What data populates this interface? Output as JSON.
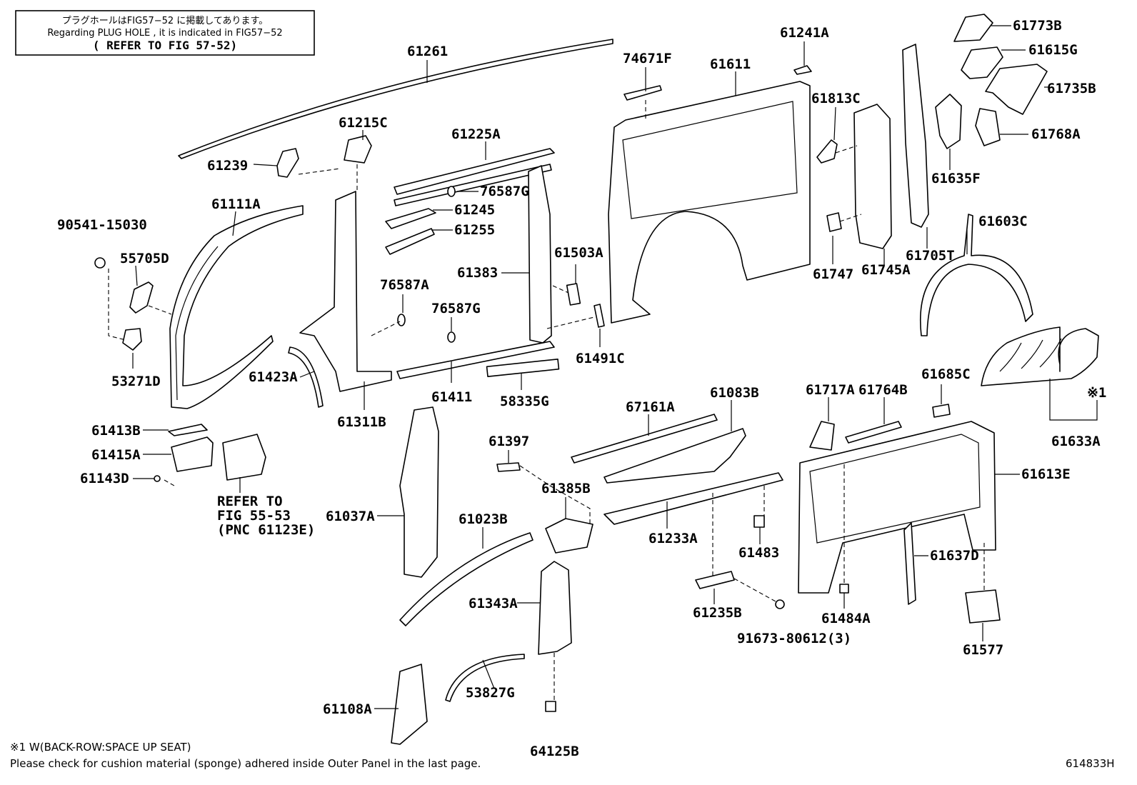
{
  "note_box": {
    "line1": "プラグホールはFIG57−52 に掲載してあります。",
    "line2": "Regarding PLUG HOLE , it is indicated in FIG57−52",
    "line3": "( REFER TO FIG 57-52)"
  },
  "labels": {
    "p61261": "61261",
    "p61215C": "61215C",
    "p61225A": "61225A",
    "p61239": "61239",
    "p61111A": "61111A",
    "p90541": "90541-15030",
    "p55705D": "55705D",
    "p53271D": "53271D",
    "p76587G_a": "76587G",
    "p61245": "61245",
    "p61255": "61255",
    "p61383": "61383",
    "p76587A": "76587A",
    "p76587G_b": "76587G",
    "p61423A": "61423A",
    "p61311B": "61311B",
    "p61411": "61411",
    "p58335G": "58335G",
    "p74671F": "74671F",
    "p61611": "61611",
    "p61503A": "61503A",
    "p61491C": "61491C",
    "p61241A": "61241A",
    "p61813C": "61813C",
    "p61747": "61747",
    "p61745A": "61745A",
    "p61705T": "61705T",
    "p61635F": "61635F",
    "p61773B": "61773B",
    "p61615G": "61615G",
    "p61735B": "61735B",
    "p61768A": "61768A",
    "p61603C": "61603C",
    "p61685C": "61685C",
    "p_ref1": "※1",
    "p61633A": "61633A",
    "p61413B": "61413B",
    "p61415A": "61415A",
    "p61143D": "61143D",
    "p_refer1": "REFER TO",
    "p_refer2": "FIG 55-53",
    "p_refer3": "(PNC 61123E)",
    "p61037A": "61037A",
    "p61397": "61397",
    "p61023B": "61023B",
    "p61385B": "61385B",
    "p61343A": "61343A",
    "p53827G": "53827G",
    "p61108A": "61108A",
    "p64125B": "64125B",
    "p67161A": "67161A",
    "p61083B": "61083B",
    "p61233A": "61233A",
    "p61483": "61483",
    "p61235B": "61235B",
    "p91673": "91673-80612(3)",
    "p61717A": "61717A",
    "p61764B": "61764B",
    "p61613E": "61613E",
    "p61637D": "61637D",
    "p61484A": "61484A",
    "p61577": "61577"
  },
  "footnotes": {
    "ref_note": "※1 W(BACK-ROW:SPACE UP SEAT)",
    "cushion_note": "Please check for cushion material (sponge) adhered inside Outer Panel in the last page.",
    "figure_id": "614833H"
  }
}
